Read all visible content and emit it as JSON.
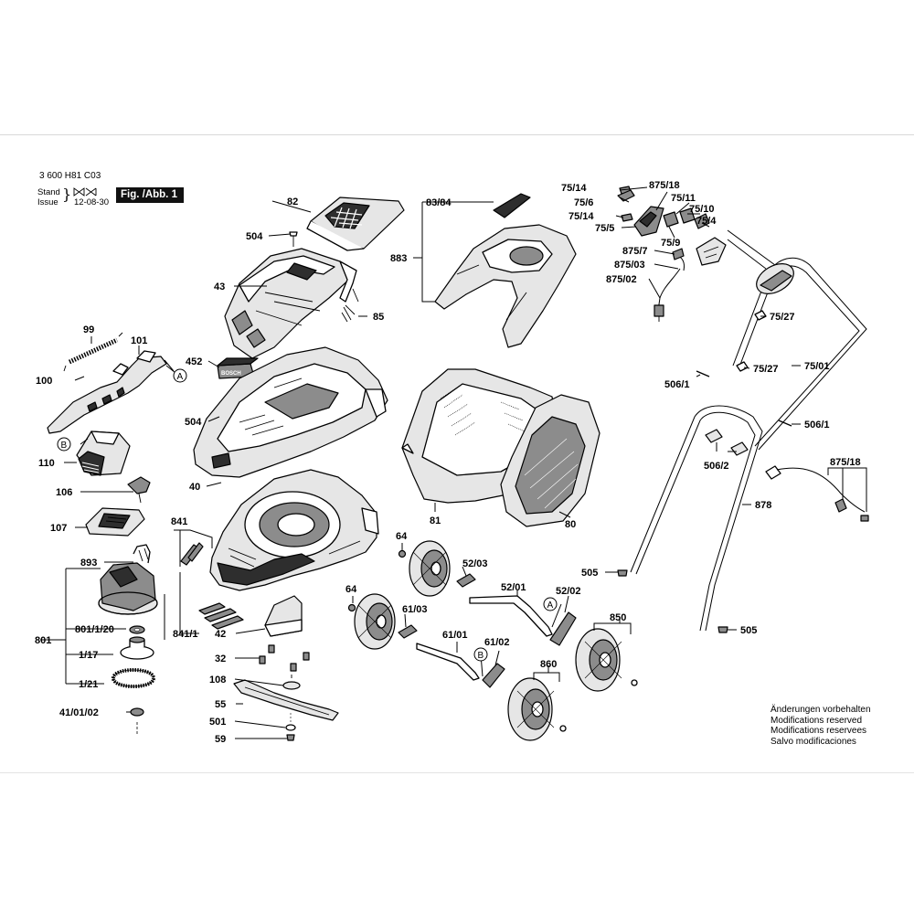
{
  "doc_number": "3 600 H81 C03",
  "stand_issue": {
    "label_line1": "Stand",
    "label_line2": "Issue",
    "date": "12-08-30"
  },
  "figure_badge": "Fig. /Abb. 1",
  "notes": [
    "Änderungen vorbehalten",
    "Modifications reserved",
    "Modifications reservees",
    "Salvo modificaciones"
  ],
  "callouts": {
    "c82": "82",
    "c504a": "504",
    "c43": "43",
    "c85": "85",
    "c99": "99",
    "c101": "101",
    "c100": "100",
    "c452": "452",
    "c504b": "504",
    "c110": "110",
    "c40": "40",
    "c106": "106",
    "c107": "107",
    "c841": "841",
    "c893": "893",
    "c801": "801",
    "c801_1_20": "801/1/20",
    "c1_17": "1/17",
    "c1_21": "1/21",
    "c41_01_02": "41/01/02",
    "c841_1": "841/1",
    "c42": "42",
    "c32": "32",
    "c108": "108",
    "c55": "55",
    "c501": "501",
    "c59": "59",
    "c83_84": "83/84",
    "c883": "883",
    "c81": "81",
    "c80": "80",
    "c64a": "64",
    "c64b": "64",
    "c52_03": "52/03",
    "c52_01": "52/01",
    "c52_02": "52/02",
    "c61_03": "61/03",
    "c61_01": "61/01",
    "c61_02": "61/02",
    "c850": "850",
    "c860": "860",
    "c75_14a": "75/14",
    "c75_6": "75/6",
    "c75_14b": "75/14",
    "c75_5": "75/5",
    "c875_18a": "875/18",
    "c75_11": "75/11",
    "c75_10": "75/10",
    "c75_4": "75/4",
    "c75_9": "75/9",
    "c875_7": "875/7",
    "c875_03": "875/03",
    "c875_02": "875/02",
    "c75_27a": "75/27",
    "c75_27b": "75/27",
    "c75_01": "75/01",
    "c506_1a": "506/1",
    "c506_1b": "506/1",
    "c506_2": "506/2",
    "c875_18b": "875/18",
    "c878": "878",
    "c505a": "505",
    "c505b": "505"
  },
  "markers": {
    "A": "A",
    "B": "B"
  },
  "brand_logo_text": "BOSCH"
}
